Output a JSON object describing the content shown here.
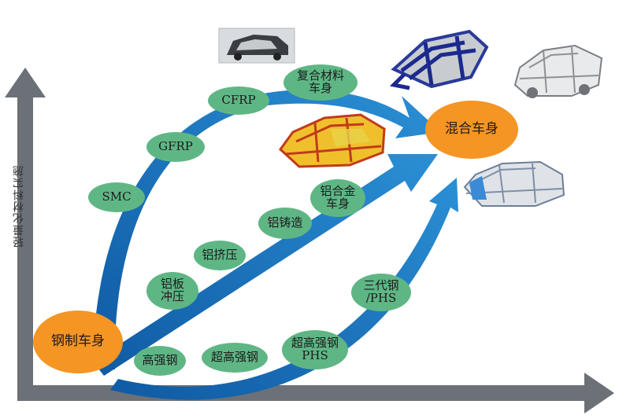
{
  "y_axis_label": "轻量化材料实施",
  "start_node": {
    "label": "钢制车身"
  },
  "end_node": {
    "label": "混合车身"
  },
  "upper_path": [
    "SMC",
    "GFRP",
    "CFRP",
    "复合材料\n车身"
  ],
  "middle_path": [
    "铝板\n冲压",
    "铝挤压",
    "铝铸造",
    "铝合金\n车身"
  ],
  "lower_path": [
    "高强钢",
    "超高强钢",
    "超高强钢\nPHS",
    "三代钢\n/PHS"
  ],
  "images": [
    "carbon-body-shell-photo",
    "blue-mixed-body-frame",
    "grey-body-in-white",
    "aluminum-body-frame-color",
    "blue-grey-body-in-white"
  ],
  "colors": {
    "axis": "#6b7177",
    "arrow": "#1f77bd",
    "start_end_node": "#f49524",
    "path_node": "#5fb685"
  }
}
